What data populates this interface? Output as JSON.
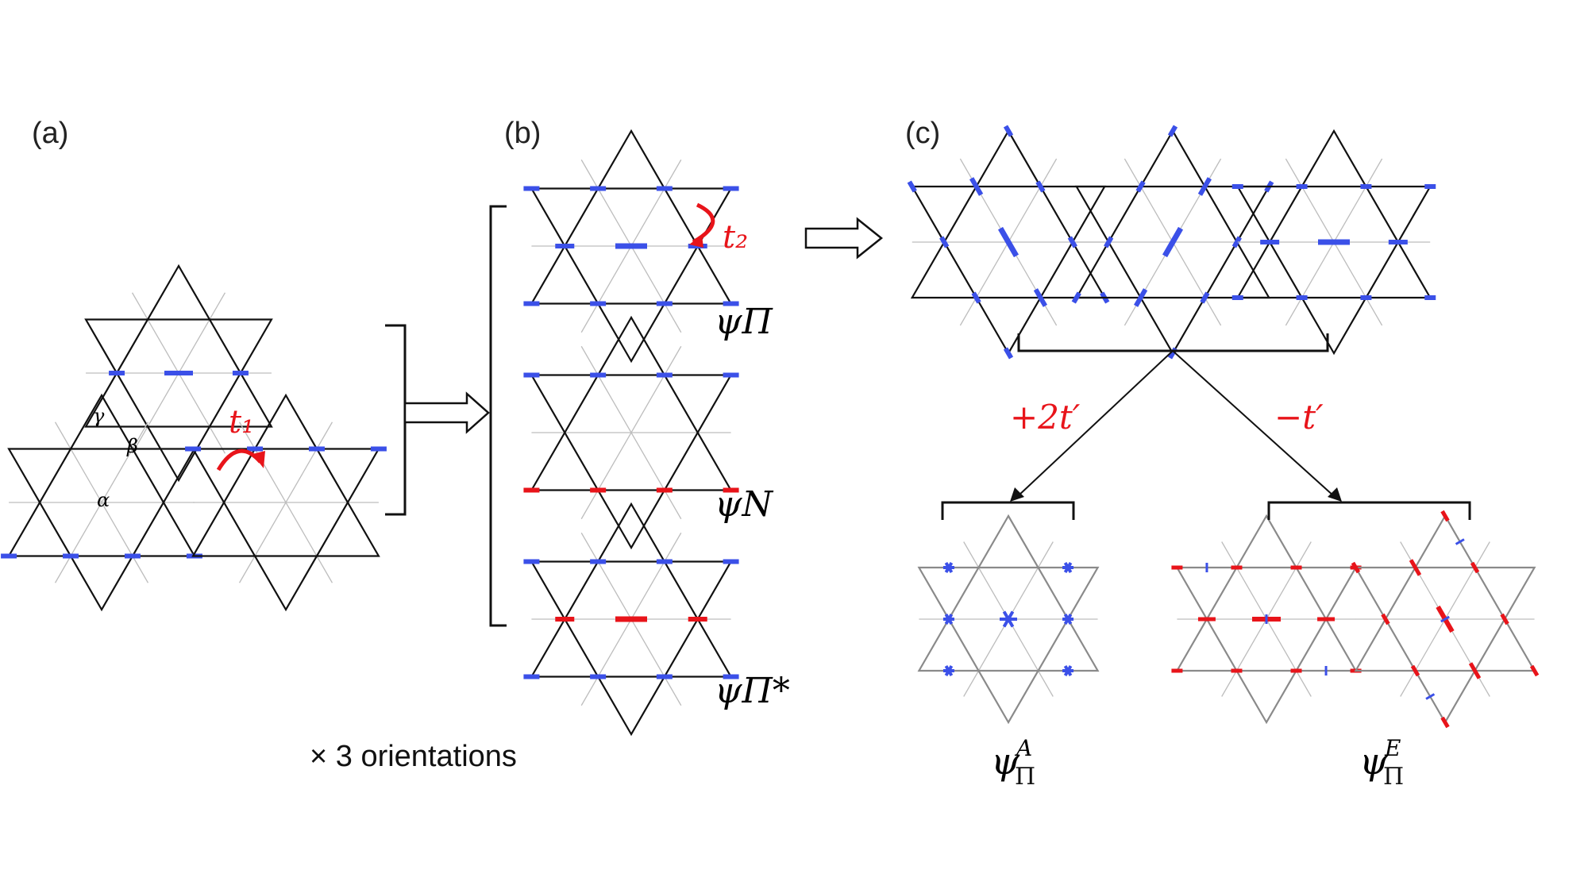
{
  "panels": {
    "a": {
      "label": "(a)",
      "site_labels": {
        "alpha": "α",
        "beta": "β",
        "gamma": "γ"
      },
      "hopping": "t₁"
    },
    "b": {
      "label": "(b)",
      "hopping": "t₂",
      "states": [
        "ψΠ",
        "ψN",
        "ψΠ*"
      ]
    },
    "c": {
      "label": "(c)",
      "coefficients": {
        "left": "+2t′",
        "right": "−t′"
      },
      "states": {
        "A": {
          "base": "ψ",
          "sub": "Π",
          "sup": "A"
        },
        "E": {
          "base": "ψ",
          "sub": "Π",
          "sup": "E"
        }
      }
    }
  },
  "footnote": "× 3 orientations",
  "colors": {
    "blue": "#3b50e8",
    "red": "#e8141a",
    "line": "#111111",
    "inner": "#bdbdbd",
    "grey": "#8a8a8a"
  }
}
